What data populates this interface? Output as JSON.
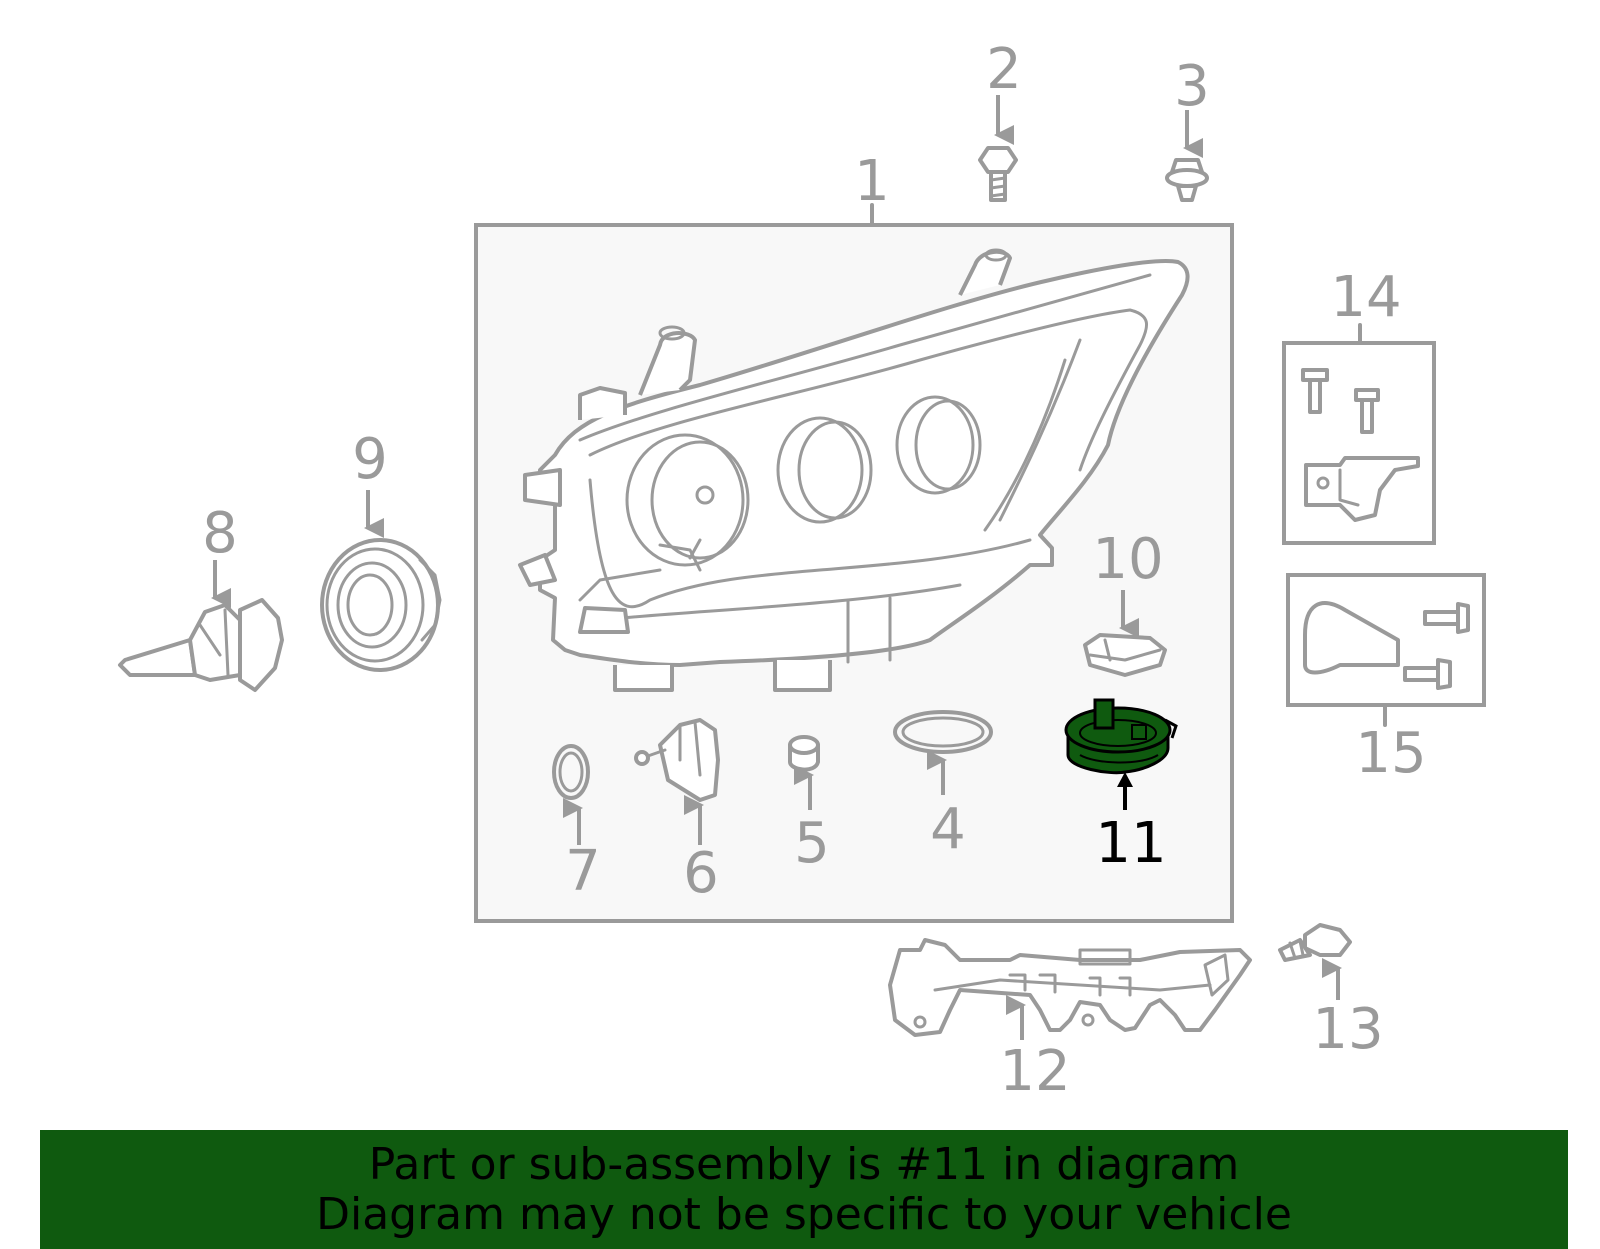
{
  "diagram": {
    "highlight_color": "#0f5a0f",
    "line_color": "#9a9a9a",
    "callouts": [
      {
        "id": "1",
        "label": "1",
        "active": false
      },
      {
        "id": "2",
        "label": "2",
        "active": false
      },
      {
        "id": "3",
        "label": "3",
        "active": false
      },
      {
        "id": "4",
        "label": "4",
        "active": false
      },
      {
        "id": "5",
        "label": "5",
        "active": false
      },
      {
        "id": "6",
        "label": "6",
        "active": false
      },
      {
        "id": "7",
        "label": "7",
        "active": false
      },
      {
        "id": "8",
        "label": "8",
        "active": false
      },
      {
        "id": "9",
        "label": "9",
        "active": false
      },
      {
        "id": "10",
        "label": "10",
        "active": false
      },
      {
        "id": "11",
        "label": "11",
        "active": true
      },
      {
        "id": "12",
        "label": "12",
        "active": false
      },
      {
        "id": "13",
        "label": "13",
        "active": false
      },
      {
        "id": "14",
        "label": "14",
        "active": false
      },
      {
        "id": "15",
        "label": "15",
        "active": false
      }
    ]
  },
  "banner": {
    "background": "#0f5a0f",
    "line1": "Part or sub-assembly is #11 in diagram",
    "line2": "Diagram may not be specific to your vehicle"
  }
}
